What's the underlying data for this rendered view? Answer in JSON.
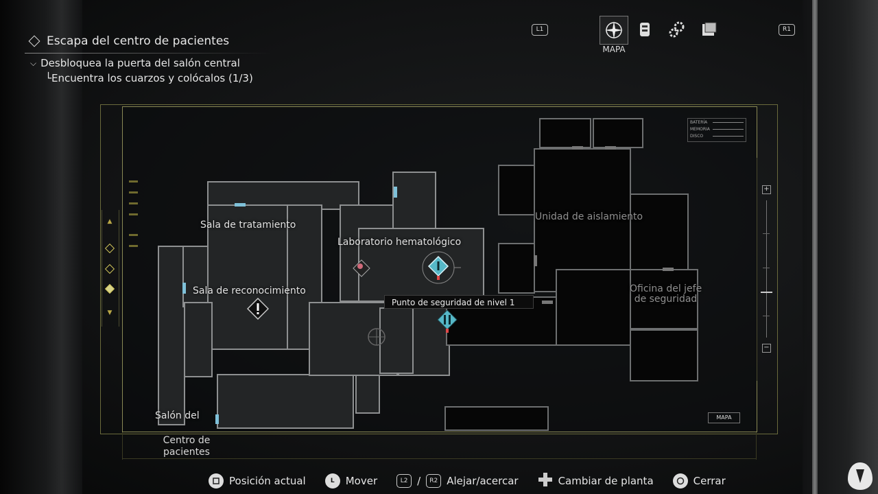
{
  "objectives": {
    "main": "Escapa del centro de pacientes",
    "sub": "Desbloquea la puerta del salón central",
    "task": "Encuentra los cuarzos y colócalos (1/3)"
  },
  "tabs": {
    "left_trigger": "L1",
    "right_trigger": "R1",
    "active_label": "MAPA",
    "items": [
      "map-icon",
      "inventory-icon",
      "gears-icon",
      "files-icon"
    ]
  },
  "map": {
    "rooms": {
      "treatment": "Sala de tratamiento",
      "hematology": "Laboratorio hematológico",
      "examination": "Sala de reconocimiento",
      "isolation": "Unidad de aislamiento",
      "security_office_1": "Oficina del jefe",
      "security_office_2": "de seguridad",
      "central_hall": "Salón del"
    },
    "area_line1": "Centro de",
    "area_line2": "pacientes",
    "tooltip": "Punto de seguridad de nivel 1",
    "badge": "MAPA",
    "status": [
      "BATERÍA",
      "MEMORIA",
      "DISCO"
    ],
    "colors": {
      "door": "#7fc1d9",
      "marker": "#56b8c8",
      "frame": "#8a8a55"
    }
  },
  "hints": [
    {
      "icon": "square-button",
      "label": "Posición actual"
    },
    {
      "icon": "left-stick",
      "label": "Mover"
    },
    {
      "icon": "L2",
      "label": "/"
    },
    {
      "icon": "R2",
      "label": "Alejar/acercar"
    },
    {
      "icon": "dpad",
      "label": "Cambiar de planta"
    },
    {
      "icon": "circle-button",
      "label": "Cerrar"
    }
  ]
}
